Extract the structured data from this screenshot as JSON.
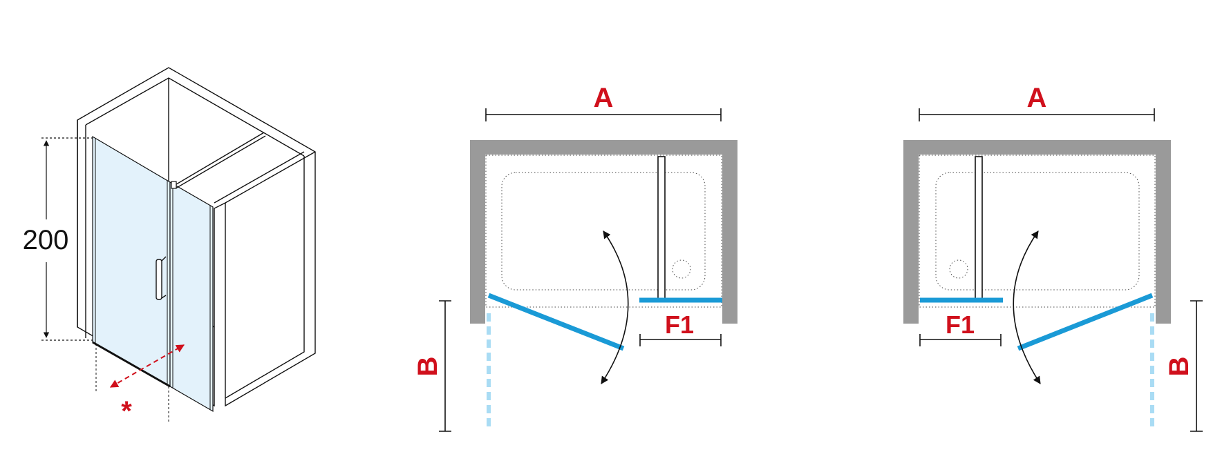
{
  "colors": {
    "wall": "#9a9a9a",
    "glass": "#1a9ad6",
    "glass_light": "#a9dcf4",
    "glass_fill": "#e3f2fb",
    "dimension_red": "#d0101c",
    "line": "#111111"
  },
  "iso_view": {
    "height_label": "200",
    "note_mark": "*"
  },
  "plan_left": {
    "width_label": "A",
    "depth_label": "B",
    "fixed_panel_label": "F1"
  },
  "plan_right": {
    "width_label": "A",
    "depth_label": "B",
    "fixed_panel_label": "F1"
  }
}
